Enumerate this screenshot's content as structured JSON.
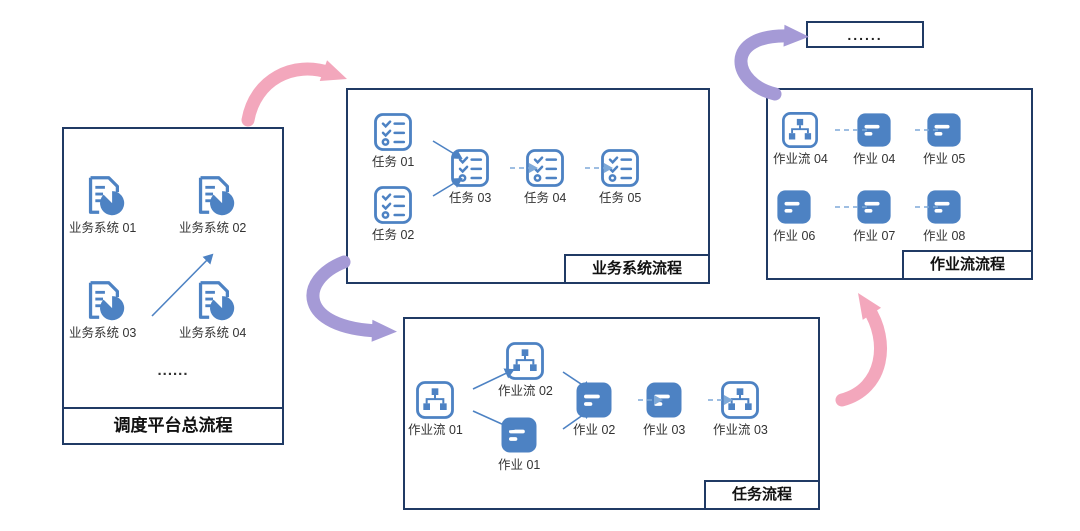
{
  "colors": {
    "icon_blue": "#4d82c3",
    "panel_border": "#203a64",
    "arrow_pink": "#f3a7bc",
    "arrow_purple": "#a59ad6",
    "connector_blue": "#7ea9d8"
  },
  "left_panel": {
    "title": "调度平台总流程",
    "ellipsis": "......",
    "items": [
      {
        "label": "业务系统 01"
      },
      {
        "label": "业务系统 02"
      },
      {
        "label": "业务系统 03"
      },
      {
        "label": "业务系统 04"
      }
    ]
  },
  "top_panel": {
    "title": "业务系统流程",
    "items": [
      {
        "label": "任务 01"
      },
      {
        "label": "任务 02"
      },
      {
        "label": "任务 03"
      },
      {
        "label": "任务 04"
      },
      {
        "label": "任务 05"
      }
    ]
  },
  "bottom_panel": {
    "title": "任务流程",
    "items": [
      {
        "label": "作业流 01"
      },
      {
        "label": "作业流 02"
      },
      {
        "label": "作业 01"
      },
      {
        "label": "作业 02"
      },
      {
        "label": "作业 03"
      },
      {
        "label": "作业流 03"
      }
    ]
  },
  "right_panel": {
    "title": "作业流流程",
    "items": [
      {
        "label": "作业流 04"
      },
      {
        "label": "作业 04"
      },
      {
        "label": "作业 05"
      },
      {
        "label": "作业 06"
      },
      {
        "label": "作业 07"
      },
      {
        "label": "作业 08"
      }
    ]
  },
  "more_box": {
    "label": "......"
  }
}
